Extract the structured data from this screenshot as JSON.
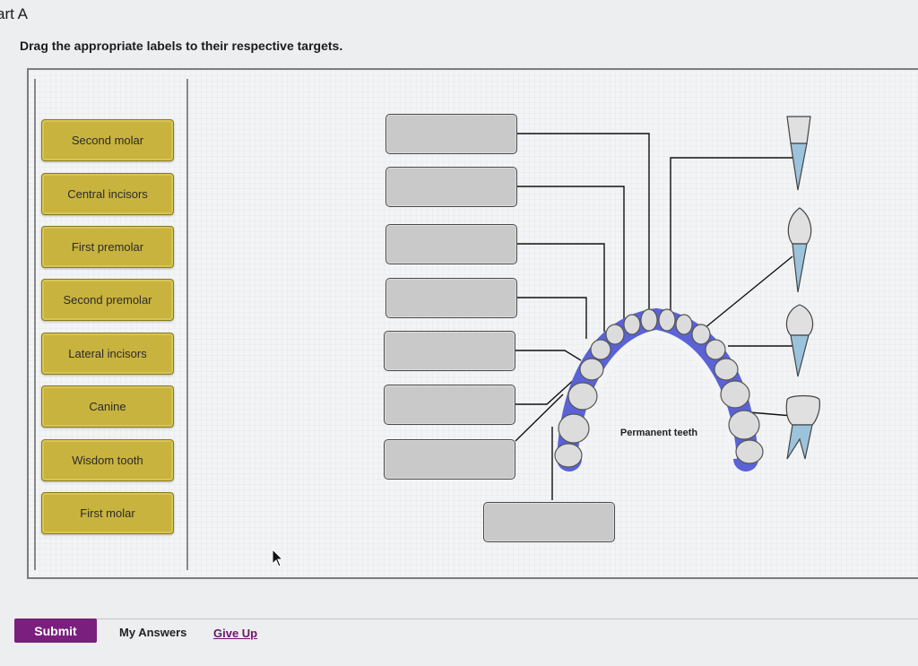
{
  "header": {
    "part_title": "art A",
    "instruction": "Drag the appropriate labels to their respective targets."
  },
  "labels": [
    "Second molar",
    "Central incisors",
    "First premolar",
    "Second premolar",
    "Lateral incisors",
    "Canine",
    "Wisdom tooth",
    "First molar"
  ],
  "diagram": {
    "label": "Permanent teeth",
    "target_count": 8,
    "colors": {
      "arch": "#5a62d6",
      "tooth_body": "#d9d9d9",
      "tooth_root": "#9cc3dc"
    }
  },
  "footer": {
    "submit_label": "Submit",
    "my_answers_label": "My Answers",
    "give_up_label": "Give Up"
  },
  "colors": {
    "label_tile": "#c8b33f",
    "target_box": "#c9c9ca",
    "submit": "#7a1f7d",
    "link": "#6b1570"
  }
}
